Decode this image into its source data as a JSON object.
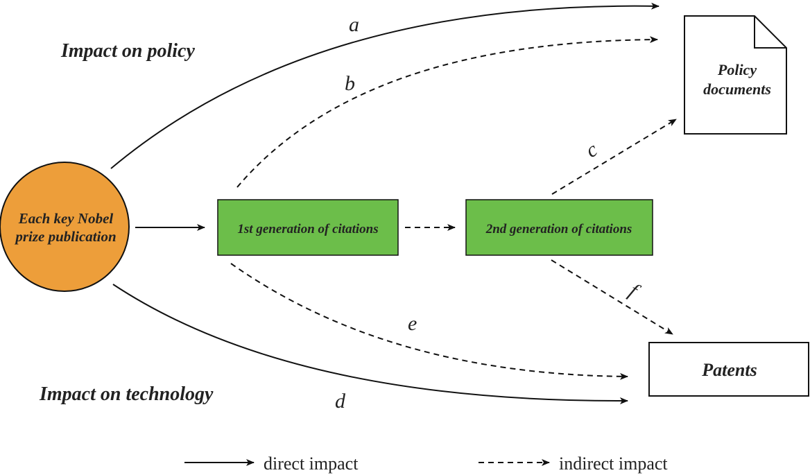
{
  "headings": {
    "policy": "Impact on policy",
    "technology": "Impact on technology"
  },
  "nodes": {
    "nobel": {
      "line1": "Each key Nobel",
      "line2": "prize publication",
      "color": "#ED9E3A"
    },
    "gen1": {
      "label": "1st generation of citations",
      "color": "#6CBE4A"
    },
    "gen2": {
      "label": "2nd generation of citations",
      "color": "#6CBE4A"
    },
    "policy": {
      "line1": "Policy",
      "line2": "documents"
    },
    "patents": {
      "label": "Patents"
    }
  },
  "edges": {
    "a": "a",
    "b": "b",
    "c": "c",
    "d": "d",
    "e": "e",
    "f": "f"
  },
  "legend": {
    "direct": "direct impact",
    "indirect": "indirect impact"
  }
}
